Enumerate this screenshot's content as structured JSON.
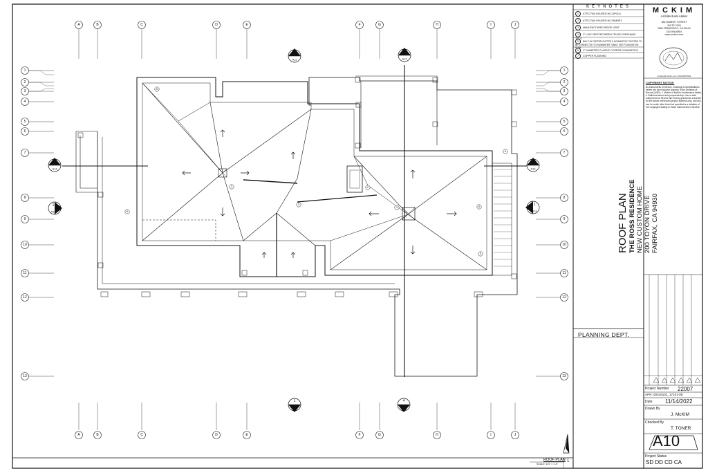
{
  "keynotes": {
    "title": "KEYNOTES",
    "items": [
      {
        "num": "1",
        "text": "ATTIC FAN HOUSED IN CUPOLA"
      },
      {
        "num": "2",
        "text": "ATTIC FAN HOUSED IN CHIMNEY"
      },
      {
        "num": "3",
        "text": "MANUFACTURED RIDGE VENT"
      },
      {
        "num": "4",
        "text": "2\" LOW VENT BETWEEN TRUSS OVERHANG TAILS"
      },
      {
        "num": "5",
        "text": "BUILT-IN COPPER GUTTER & DOWNSPOUT SYSTEM TO BE CONNECTED TO RAINWATER TANKS, SEE FOUNDATION PLAN"
      },
      {
        "num": "6",
        "text": "4\" DIAMETER CLASSIC COPPER DOWNSPOUT"
      },
      {
        "num": "7",
        "text": "COPPER FLASHING"
      }
    ]
  },
  "firm": {
    "name": "MCKIM",
    "subtitle": "Architectural Atelier",
    "address": [
      "382 MARKET STREET",
      "SUITE 2003",
      "SAN FRANCISCO, CA 94104",
      "310-908-6564",
      "www.mckim.com"
    ],
    "email": "jmckim@mckim.com | 310.908.6564"
  },
  "copyright": {
    "heading": "COPYRIGHT NOTICE:",
    "text": "As Instruments of Service, Drawings & Specifications herein are the exclusive property of the Architect of Record (AOR), J. McKim of McKim Architectural Atelier, a California based sole proprietorship. Use of said Instruments of Service are hereby granted as a license for the above referenced project address only, and any use for a site other than that specified is a violation of the Copyright relating to these Instruments of Service."
  },
  "sheet": {
    "drawing_title": "ROOF PLAN",
    "project_name": "THE ROSS RESIDENCE",
    "project_type": "NEW CUSTOM HOME",
    "street": "200 TOYON DRIVE",
    "city": "FAIRFAX, CA 94930"
  },
  "planning_stamp": "PLANNING DEPT.",
  "title_block": {
    "project_number_label": "Project Number",
    "project_number": "22007",
    "apn": "APN: 00316101_17101-08",
    "date_label": "Date",
    "date": "11/14/2022",
    "drawn_by_label": "Drawn By",
    "drawn_by": "J. McKIM",
    "checked_by_label": "Checked By",
    "checked_by": "T. TONER",
    "sheet_number": "A10",
    "project_status_label": "Project Status",
    "project_status": "SD DD CD CA"
  },
  "drawing_label": {
    "title": "ROOF PLAN",
    "scale": "SCALE: 1/4\" = 1'-0\"",
    "number": "1"
  },
  "grid": {
    "columns": [
      "A",
      "B",
      "C",
      "D",
      "E",
      "F",
      "G",
      "H",
      "I",
      "J"
    ],
    "rows": [
      "1",
      "2",
      "3",
      "4",
      "5",
      "6",
      "7",
      "8",
      "9",
      "10",
      "11",
      "12",
      "13"
    ]
  },
  "section_markers": [
    {
      "num": "2",
      "sheet": "A11"
    },
    {
      "num": "4",
      "sheet": "A13"
    },
    {
      "num": "1",
      "sheet": "A14"
    },
    {
      "num": "1",
      "sheet": "A13"
    },
    {
      "num": "1",
      "sheet": "A14"
    },
    {
      "num": "1",
      "sheet": "A12"
    },
    {
      "num": "1",
      "sheet": "A11"
    },
    {
      "num": "4",
      "sheet": "A13"
    }
  ],
  "plan_keynote_tags": [
    "6",
    "3",
    "3",
    "2",
    "6",
    "3",
    "6",
    "5",
    "6"
  ]
}
